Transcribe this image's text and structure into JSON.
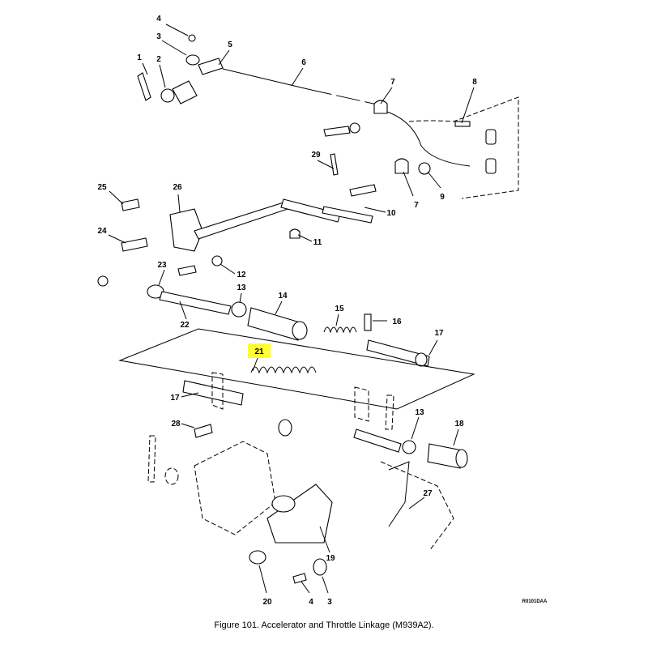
{
  "figure": {
    "caption": "Figure 101.    Accelerator and Throttle Linkage (M939A2).",
    "drawing_code": "R0101DAA",
    "highlighted_callout": "21"
  },
  "callouts": [
    "1",
    "2",
    "3",
    "4",
    "5",
    "6",
    "7",
    "7",
    "8",
    "9",
    "10",
    "11",
    "12",
    "13",
    "13",
    "14",
    "15",
    "16",
    "17",
    "17",
    "18",
    "19",
    "20",
    "21",
    "22",
    "23",
    "24",
    "25",
    "26",
    "27",
    "28",
    "29",
    "3",
    "4"
  ],
  "colors": {
    "highlight": "#ffff33",
    "ink": "#000000"
  }
}
